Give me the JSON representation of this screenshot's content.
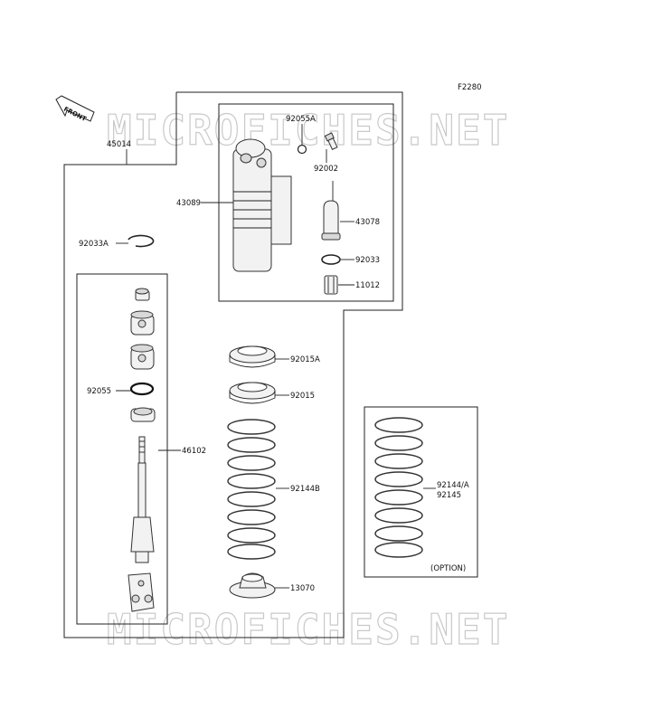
{
  "figure_code": "F2280",
  "front_label": "FRONT",
  "watermark": "MICROFICHES.NET",
  "option_label": "(OPTION)",
  "parts": {
    "p45014": "45014",
    "p92055A": "92055A",
    "p92002": "92002",
    "p43089": "43089",
    "p43078": "43078",
    "p92033A": "92033A",
    "p92033": "92033",
    "p11012": "11012",
    "p92015A": "92015A",
    "p92055": "92055",
    "p92015": "92015",
    "p46102": "46102",
    "p92144B": "92144B",
    "p92144A": "92144/A",
    "p92145": "92145",
    "p13070": "13070"
  }
}
